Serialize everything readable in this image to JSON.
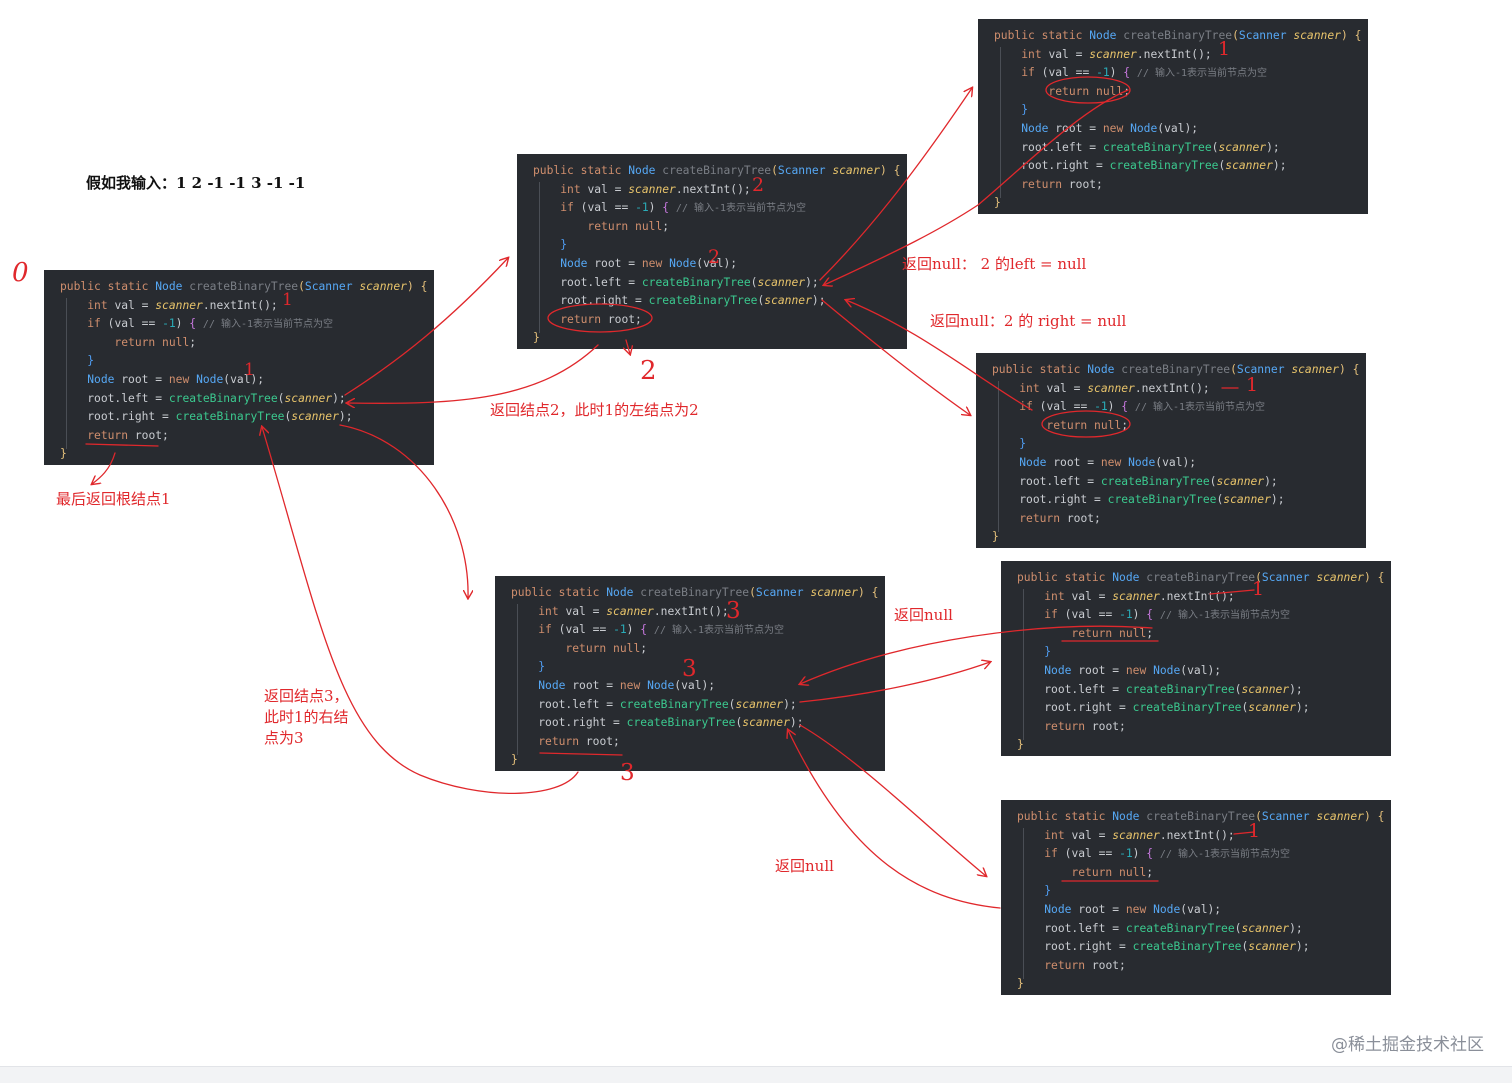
{
  "code_lines": {
    "l1_kw": "public static",
    "l1_type": "Node",
    "l1_fn": "createBinaryTree",
    "l1_param_type": "Scanner",
    "l1_param": "scanner",
    "l2_kw": "int",
    "l2_a": "val = ",
    "l2_b": "scanner",
    "l2_c": ".nextInt();",
    "l3_kw": "if",
    "l3_a": "(val == ",
    "l3_num": "-1",
    "l3_b": ")",
    "l3_cm": "// 输入-1表示当前节点为空",
    "l4_kw": "return",
    "l4_null": "null",
    "l6_type": "Node",
    "l6_a": "root = ",
    "l6_kw": "new",
    "l6_b": "Node",
    "l6_c": "(val);",
    "l7_a": "root.left = ",
    "l7_fn": "createBinaryTree",
    "l7_arg": "scanner",
    "l8_a": "root.right = ",
    "l8_fn": "createBinaryTree",
    "l8_arg": "scanner",
    "l9_kw": "return",
    "l9_a": "root;"
  },
  "notes": {
    "input": "假如我输入：1 2 -1 -1 3 -1 -1",
    "return_null_left": "返回null：  2 的left = null",
    "return_null_right": "返回null：2 的 right = null",
    "return_node2": "返回结点2，此时1的左结点为2",
    "return_root": "最后返回根结点1",
    "return_node3_l1": "返回结点3，",
    "return_node3_l2": "此时1的右结",
    "return_node3_l3": "点为3",
    "return_null_a": "返回null",
    "return_null_b": "返回null",
    "hand_1": "1",
    "hand_2": "2",
    "hand_3": "3",
    "hand_0": "0"
  },
  "watermark": "@稀土掘金技术社区",
  "colors": {
    "code_bg": "#282b30",
    "annotation": "#e0282c"
  }
}
